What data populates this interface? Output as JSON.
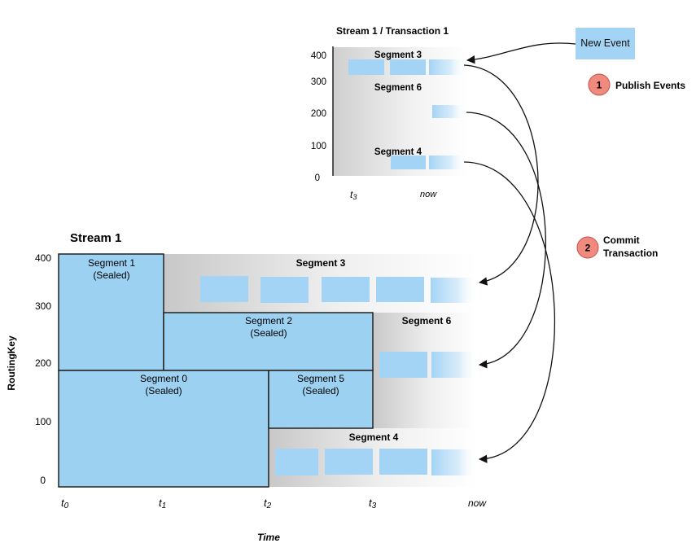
{
  "colors": {
    "segment_blue": "#9dd1f2",
    "event_blue": "#a3d4f5",
    "badge_red": "#f08a7e",
    "gray_dark": "#c9c9c9",
    "line": "#222222"
  },
  "new_event_label": "New Event",
  "steps": [
    {
      "number": "1",
      "label_lines": [
        "Publish Events"
      ]
    },
    {
      "number": "2",
      "label_lines": [
        "Commit",
        "Transaction"
      ]
    }
  ],
  "transaction_panel": {
    "title": "Stream 1 / Transaction 1",
    "y_ticks": [
      "400",
      "300",
      "200",
      "100",
      "0"
    ],
    "x_ticks": [
      {
        "main": "t",
        "sub": "3"
      },
      {
        "main": "now",
        "sub": ""
      }
    ],
    "segments": [
      "Segment 3",
      "Segment 6",
      "Segment 4"
    ]
  },
  "stream_panel": {
    "title": "Stream 1",
    "y_axis_label": "RoutingKey",
    "x_axis_label": "Time",
    "y_ticks": [
      "400",
      "300",
      "200",
      "100",
      "0"
    ],
    "x_ticks": [
      {
        "main": "t",
        "sub": "0"
      },
      {
        "main": "t",
        "sub": "1"
      },
      {
        "main": "t",
        "sub": "2"
      },
      {
        "main": "t",
        "sub": "3"
      },
      {
        "main": "now",
        "sub": ""
      }
    ],
    "sealed_segments": [
      {
        "name": "Segment 1",
        "state": "(Sealed)"
      },
      {
        "name": "Segment 2",
        "state": "(Sealed)"
      },
      {
        "name": "Segment 0",
        "state": "(Sealed)"
      },
      {
        "name": "Segment 5",
        "state": "(Sealed)"
      }
    ],
    "active_segments": [
      "Segment 3",
      "Segment 6",
      "Segment 4"
    ]
  }
}
